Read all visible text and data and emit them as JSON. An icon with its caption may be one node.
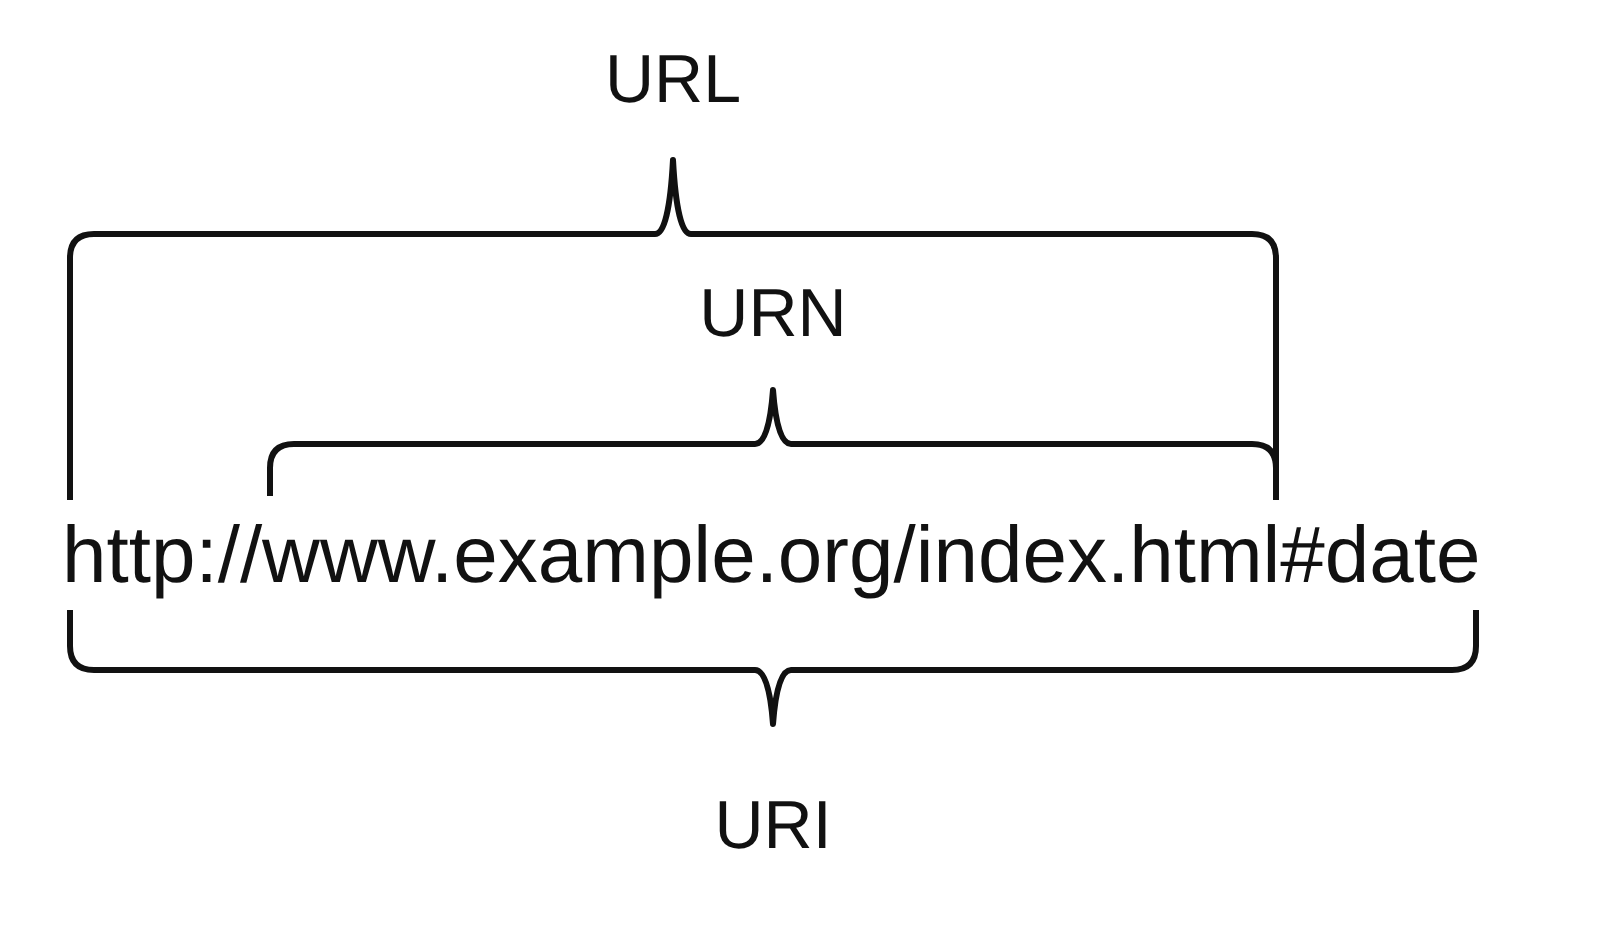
{
  "diagram": {
    "labels": [
      "URL",
      "URN",
      "http://www.example.org/index.html#date",
      "URI"
    ]
  }
}
